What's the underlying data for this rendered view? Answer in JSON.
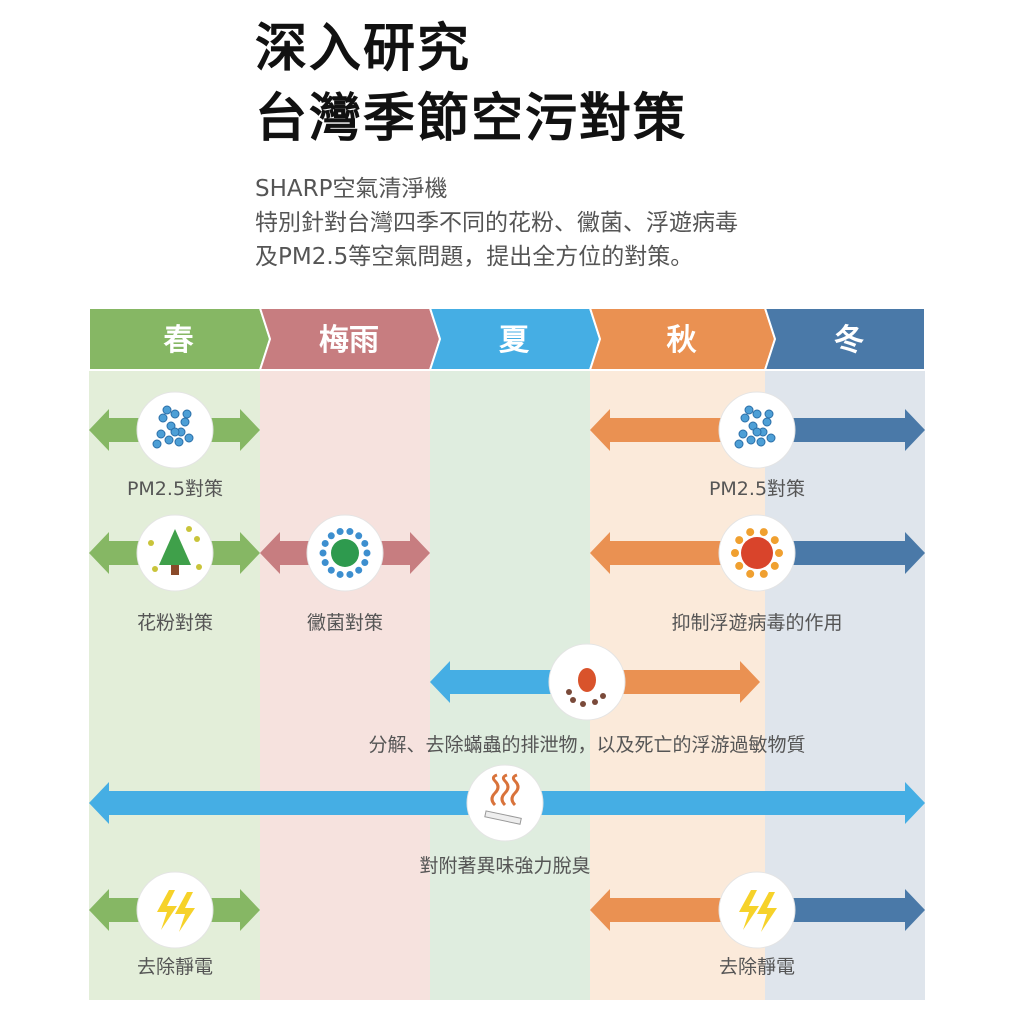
{
  "title": {
    "line1": "深入研究",
    "line2": "台灣季節空污對策"
  },
  "subtitle": {
    "line1": "SHARP空氣清淨機",
    "line2": "特別針對台灣四季不同的花粉、黴菌、浮遊病毒",
    "line3": "及PM2.5等空氣問題，提出全方位的對策。"
  },
  "seasons": [
    {
      "label": "春",
      "color": "#86b764",
      "bg": "#e3eed9"
    },
    {
      "label": "梅雨",
      "color": "#c77d80",
      "bg": "#f6e2de"
    },
    {
      "label": "夏",
      "color": "#45aee4",
      "bg": "#dfeddf"
    },
    {
      "label": "秋",
      "color": "#ea9152",
      "bg": "#fbeada"
    },
    {
      "label": "冬",
      "color": "#4a79a8",
      "bg": "#dfe5ec"
    }
  ],
  "labels": {
    "pm25_spring": "PM2.5對策",
    "pm25_autumn": "PM2.5對策",
    "pollen": "花粉對策",
    "mold": "黴菌對策",
    "virus": "抑制浮遊病毒的作用",
    "mite": "分解、去除蟎蟲的排泄物，以及死亡的浮游過敏物質",
    "odor": "對附著異味強力脫臭",
    "static_spring": "去除靜電",
    "static_autumn": "去除靜電"
  },
  "icons": [
    "particles-icon",
    "tree-pollen-icon",
    "mold-spore-icon",
    "virus-icon",
    "dust-mite-icon",
    "smoke-odor-icon",
    "lightning-icon"
  ]
}
